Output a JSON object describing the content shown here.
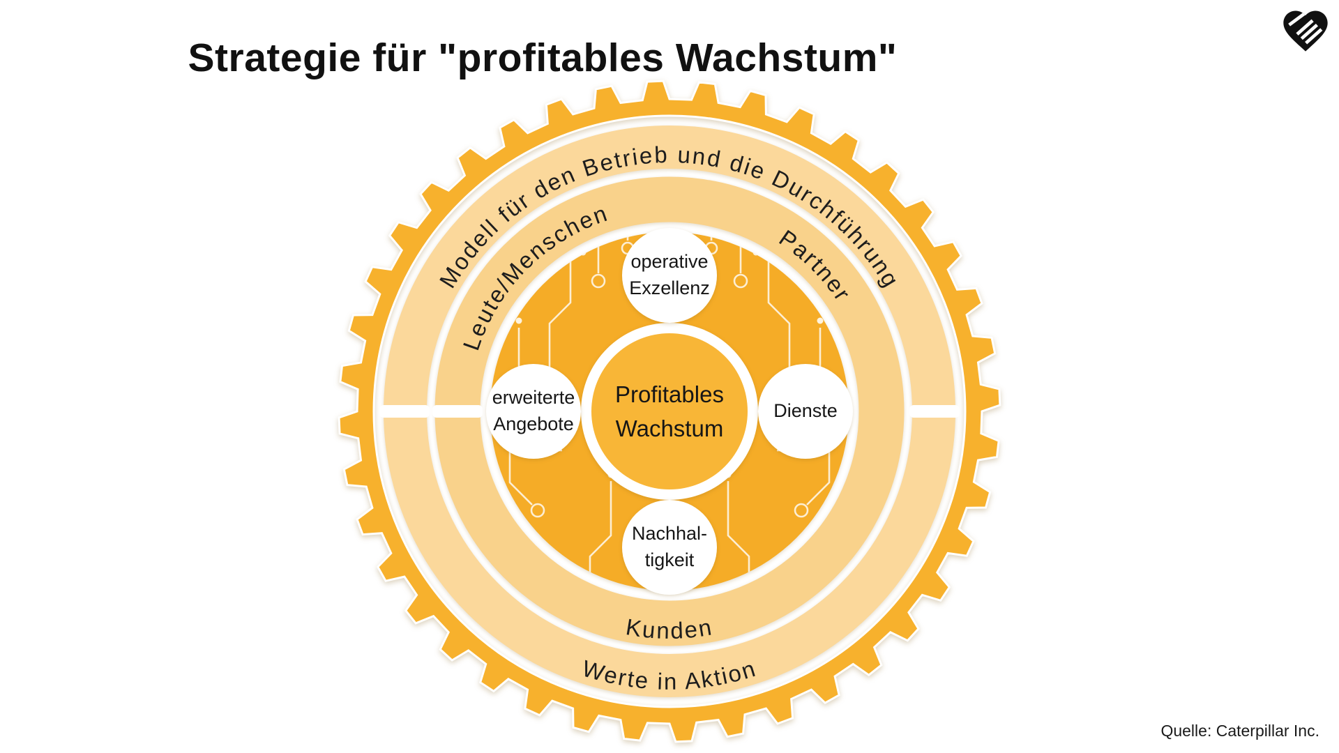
{
  "title": "Strategie für \"profitables Wachstum\"",
  "source": "Quelle: Caterpillar Inc.",
  "logo": {
    "name": "heart-handshake",
    "color": "#111111"
  },
  "colors": {
    "gear": "#F7B12D",
    "outer_band": "#FBD89B",
    "middle_band": "#F9D28B",
    "inner_disc": "#F5AC27",
    "center_circle": "#F8B637",
    "text": "#1d1d1d",
    "background": "#FFFFFF"
  },
  "rings": {
    "outer_top": "Modell für den Betrieb und die Durchführung",
    "outer_bottom": "Werte in Aktion",
    "middle_left": "Leute/Menschen",
    "middle_right": "Partner",
    "middle_bottom": "Kunden"
  },
  "center_label": "Profitables\nWachstum",
  "satellites": {
    "top": "operative\nExzellenz",
    "left": "erweiterte\nAngebote",
    "right": "Dienste",
    "bottom": "Nachhal-\ntigkeit"
  }
}
